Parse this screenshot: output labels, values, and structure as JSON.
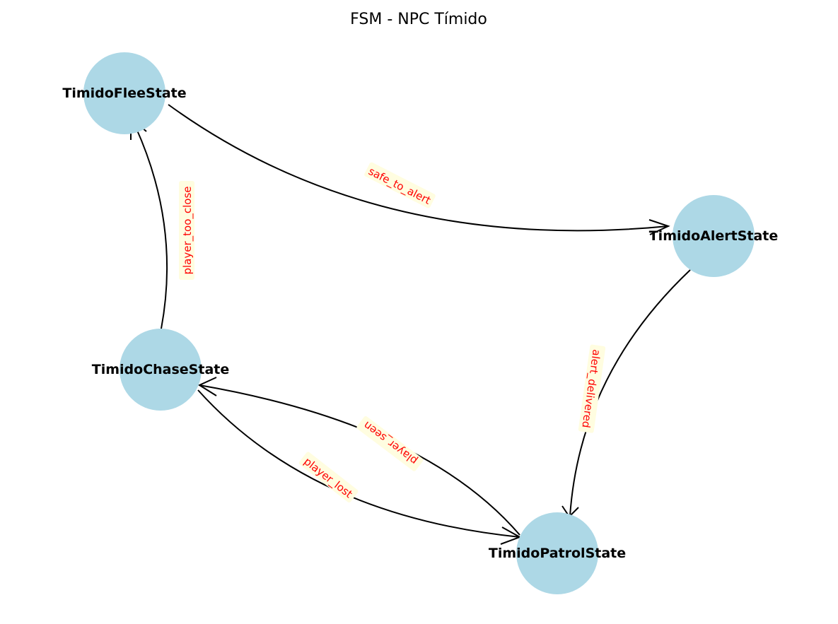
{
  "title": "FSM - NPC Tímido",
  "colors": {
    "node_fill": "#add8e6",
    "edge": "#000000",
    "edge_label_text": "#ff0000",
    "edge_label_bg": "#fffde0"
  },
  "nodes": [
    {
      "id": "flee",
      "label": "TimidoFleeState"
    },
    {
      "id": "alert",
      "label": "TimidoAlertState"
    },
    {
      "id": "chase",
      "label": "TimidoChaseState"
    },
    {
      "id": "patrol",
      "label": "TimidoPatrolState"
    }
  ],
  "edges": [
    {
      "from": "flee",
      "to": "alert",
      "label": "safe_to_alert"
    },
    {
      "from": "alert",
      "to": "patrol",
      "label": "alert_delivered"
    },
    {
      "from": "chase",
      "to": "flee",
      "label": "player_too_close"
    },
    {
      "from": "patrol",
      "to": "chase",
      "label": "player_seen"
    },
    {
      "from": "chase",
      "to": "patrol",
      "label": "player_lost"
    }
  ]
}
